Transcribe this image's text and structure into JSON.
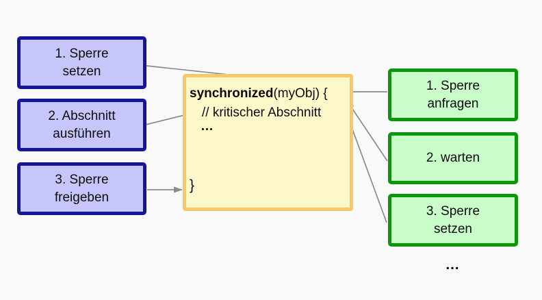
{
  "colors": {
    "background": "#f9f9f9",
    "text": "#0b0b0b",
    "blue_fill": "#c6c6fa",
    "blue_border": "#15159c",
    "green_fill": "#c9fdc9",
    "green_border": "#0a970a",
    "yellow_fill": "#fdf8c9",
    "yellow_border": "#f8c766",
    "arrow": "#8a8a8a"
  },
  "left_steps": [
    {
      "label": "1. Sperre\nsetzen"
    },
    {
      "label": "2. Abschnitt\nausführen"
    },
    {
      "label": "3. Sperre\nfreigeben"
    }
  ],
  "right_steps": [
    {
      "label": "1. Sperre\nanfragen"
    },
    {
      "label": "2. warten"
    },
    {
      "label": "3. Sperre\nsetzen"
    }
  ],
  "code_box": {
    "keyword": "synchronized",
    "signature_rest": "(myObj) {",
    "comment": "// kritischer Abschnitt",
    "ellipsis": "…",
    "closing_brace": "}"
  },
  "more_indicator": "…"
}
